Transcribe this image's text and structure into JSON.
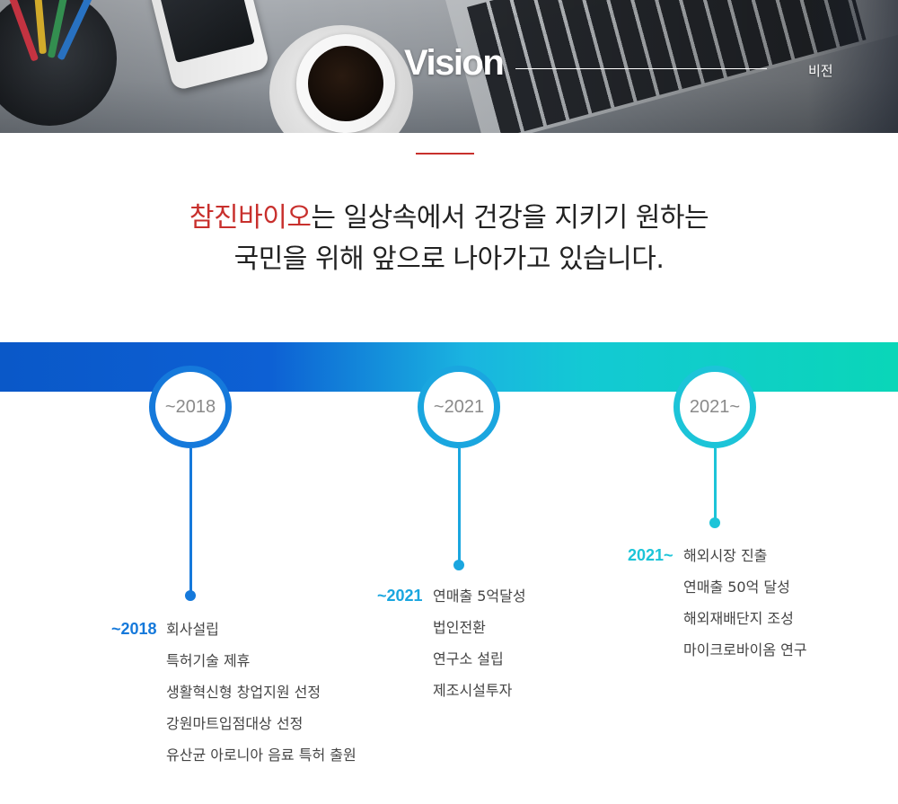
{
  "header": {
    "title": "Vision",
    "subtitle": "비전"
  },
  "slogan": {
    "brand": "참진바이오",
    "line1_rest": "는 일상속에서 건강을 지키기 원하는",
    "line2": "국민을 위해 앞으로 나아가고 있습니다."
  },
  "colors": {
    "accent_red": "#c8302d",
    "blue": "#0d6fd9",
    "mid": "#1aa8df",
    "teal": "#1cc4d6"
  },
  "timeline": [
    {
      "ring_label": "~2018",
      "year_label": "~2018",
      "items": [
        "회사설립",
        "특허기술 제휴",
        "생활혁신형 창업지원 선정",
        "강원마트입점대상 선정",
        "유산균 아로니아 음료 특허 출원"
      ]
    },
    {
      "ring_label": "~2021",
      "year_label": "~2021",
      "items": [
        "연매출 5억달성",
        "법인전환",
        "연구소 설립",
        "제조시설투자"
      ]
    },
    {
      "ring_label": "2021~",
      "year_label": "2021~",
      "items": [
        "해외시장 진출",
        "연매출 50억 달성",
        "해외재배단지 조성",
        "마이크로바이옴 연구"
      ]
    }
  ]
}
